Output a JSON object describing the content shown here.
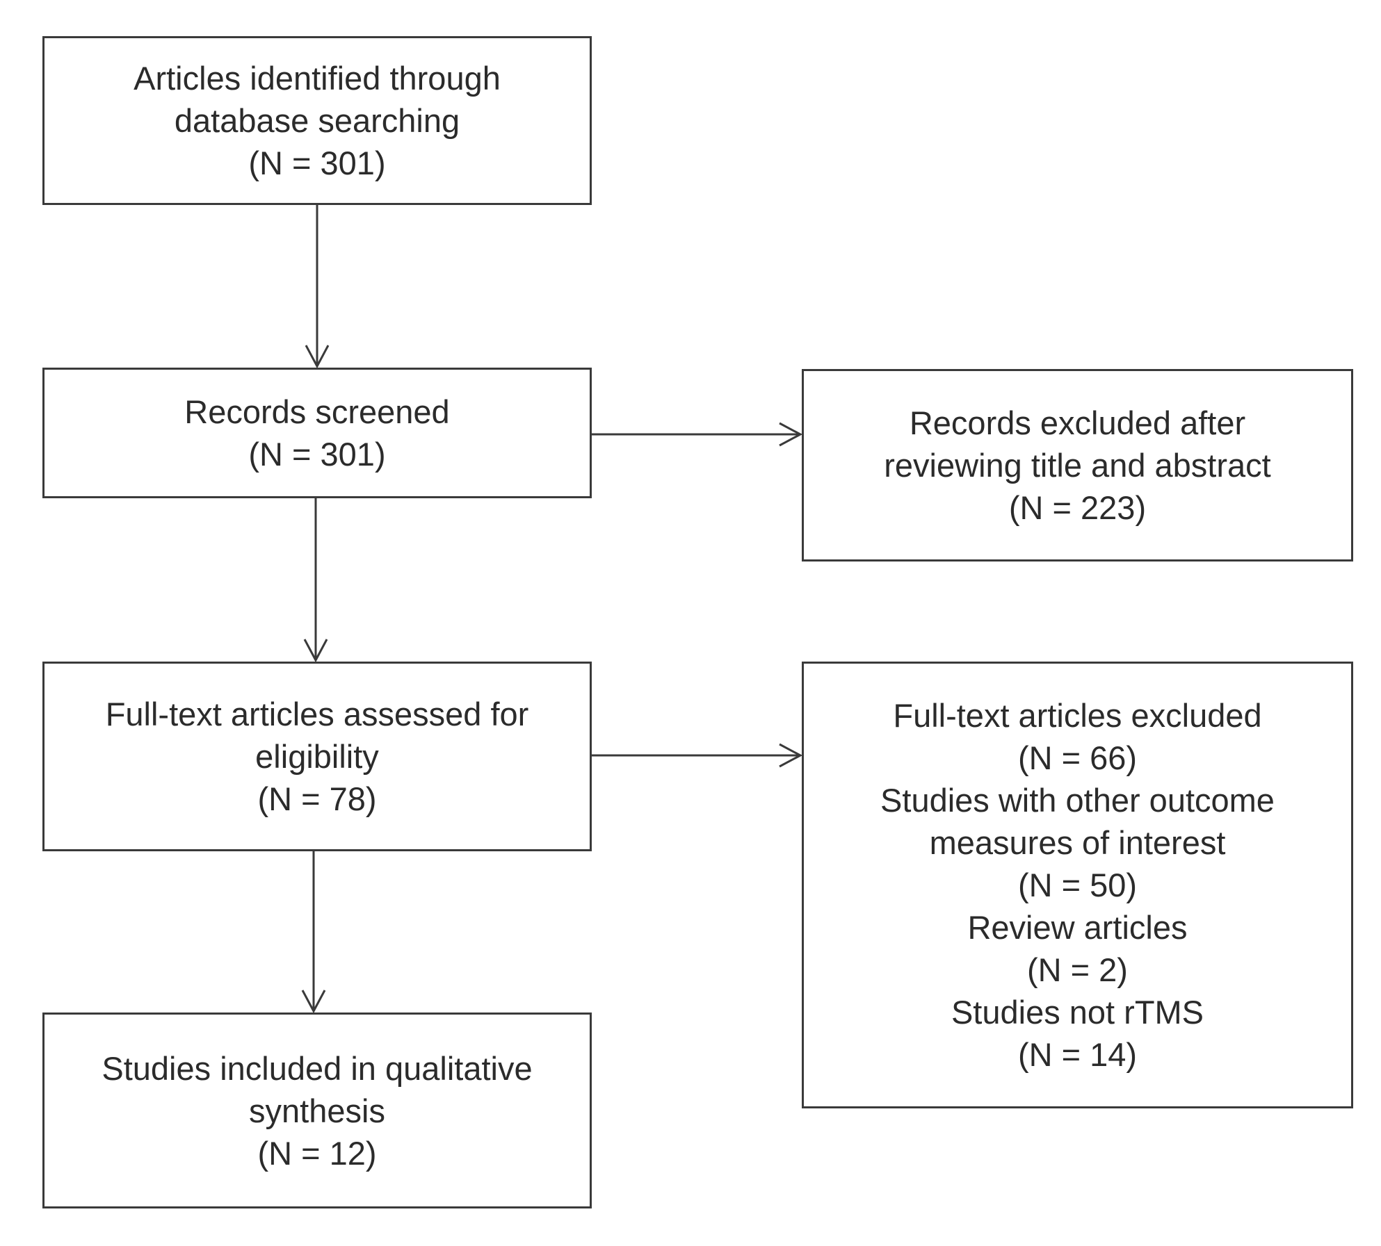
{
  "boxes": {
    "identified": [
      "Articles identified through",
      "database searching",
      "(N = 301)"
    ],
    "screened": [
      "Records screened",
      "(N = 301)"
    ],
    "excluded_abstract": [
      "Records excluded after",
      "reviewing title and abstract",
      "(N = 223)"
    ],
    "fulltext_assessed": [
      "Full-text articles assessed for",
      "eligibility",
      "(N = 78)"
    ],
    "fulltext_excluded": [
      "Full-text articles excluded",
      "(N = 66)",
      "Studies with other outcome",
      "measures of interest",
      "(N = 50)",
      "Review articles",
      "(N = 2)",
      "Studies not rTMS",
      "(N = 14)"
    ],
    "included": [
      "Studies included in qualitative",
      "synthesis",
      "(N = 12)"
    ]
  }
}
